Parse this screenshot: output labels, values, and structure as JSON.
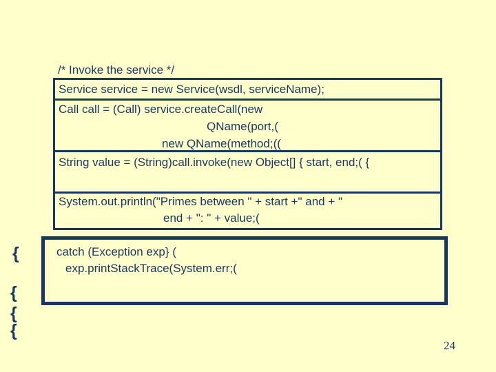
{
  "slide": {
    "background_color": "#FFFFCC",
    "accent_color": "#17375E",
    "comment": "/* Invoke the service */",
    "code": {
      "service_line": "Service service = new Service(wsdl, serviceName);",
      "call_line_1": "Call call = (Call) service.createCall(new",
      "call_line_2": "QName(port,(",
      "call_line_3": "new QName(method;((",
      "string_line": "String value = (String)call.invoke(new Object[] { start, end;( {",
      "println_line_1": "System.out.println(\"Primes between \" + start +\" and + \"",
      "println_line_2": "end + \": \" + value;(",
      "catch_line_1": "catch (Exception exp} (",
      "catch_line_2": "exp.printStackTrace(System.err;("
    },
    "braces": [
      "{",
      "{",
      "{",
      "{"
    ],
    "page_number": "24"
  }
}
